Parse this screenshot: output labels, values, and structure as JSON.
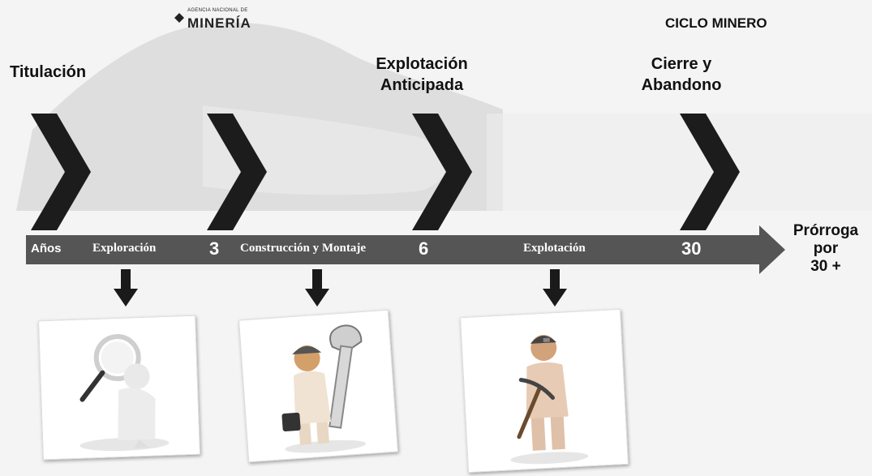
{
  "logo": {
    "small_text": "AGENCIA NACIONAL DE",
    "big_text": "MINERÍA"
  },
  "title": "CICLO MINERO",
  "stages": {
    "titulacion": "Titulación",
    "explotacion_anticipada_1": "Explotación",
    "explotacion_anticipada_2": "Anticipada",
    "cierre_1": "Cierre y",
    "cierre_2": "Abandono"
  },
  "timeline": {
    "anos": "Años",
    "exploracion": "Exploración",
    "year_3": "3",
    "construccion": "Construcción y Montaje",
    "year_6": "6",
    "explotacion": "Explotación",
    "year_30": "30"
  },
  "extension": {
    "line1": "Prórroga",
    "line2": "por",
    "line3": "30 +"
  },
  "colors": {
    "arrow_bar": "#555555",
    "chevron": "#1c1c1c",
    "mountain": "#d6d6d6"
  }
}
